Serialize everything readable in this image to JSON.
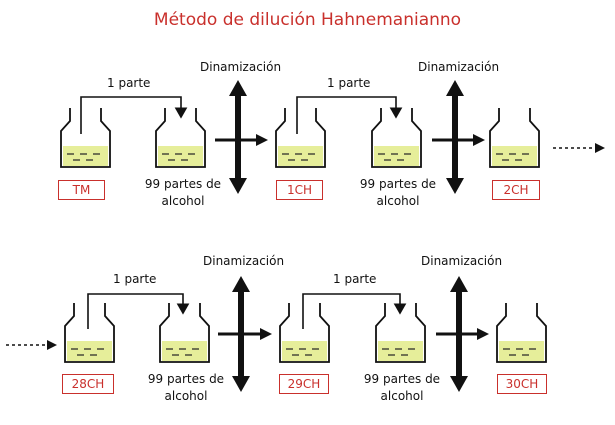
{
  "title": "Método de dilución Hahnemanianno",
  "transfer_label": "1 parte",
  "dinamizacion_label": "Dinamización",
  "diluent_line1": "99 partes de",
  "diluent_line2": "alcohol",
  "rows": [
    {
      "labels": [
        "TM",
        "1CH",
        "2CH"
      ]
    },
    {
      "labels": [
        "28CH",
        "29CH",
        "30CH"
      ]
    }
  ],
  "colors": {
    "liquid": "#e6ee9a",
    "title": "#c9302c",
    "label_border": "#c9302c",
    "arrows": "#111111"
  }
}
